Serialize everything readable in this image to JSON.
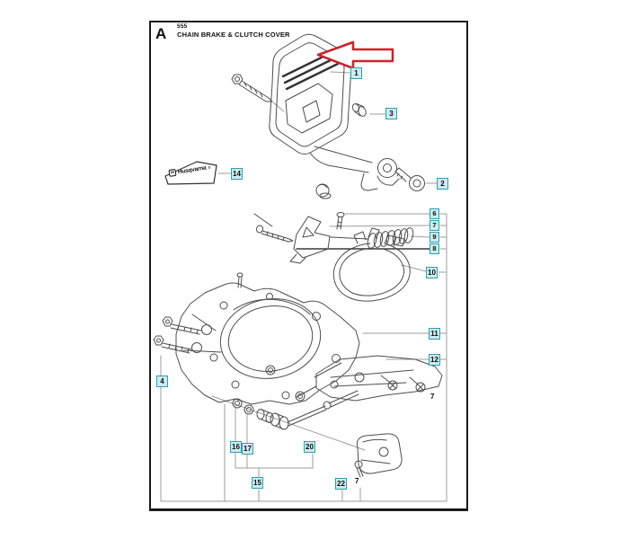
{
  "header": {
    "section_letter": "A",
    "model": "555",
    "title": "CHAIN BRAKE & CLUTCH COVER"
  },
  "logo": {
    "brand": "Husqvarna",
    "registered_mark": "®",
    "crown_icon_letter": "H"
  },
  "callouts": [
    "1",
    "3",
    "2",
    "14",
    "6",
    "7",
    "9",
    "8",
    "10",
    "11",
    "12",
    "4",
    "16",
    "17",
    "20",
    "15",
    "22"
  ],
  "plain_labels": [
    "7",
    "7"
  ],
  "annotation": {
    "arrow_direction": "left",
    "arrow_target_callout": "1"
  },
  "colors": {
    "background": "#FFFFFF",
    "frame_border": "#1A1A1A",
    "callout_border": "#2E9FAE",
    "callout_fill": "#CDEBF0",
    "drawing_line": "#4D4D4D",
    "leader_line": "#9C9C9C",
    "arrow_red": "#C8262C"
  }
}
